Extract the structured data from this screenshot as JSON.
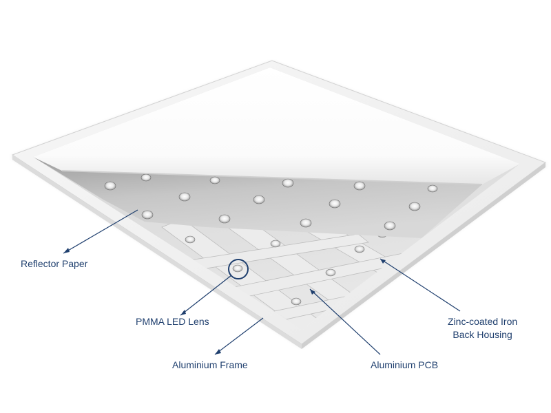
{
  "labels": {
    "reflector_paper": "Reflector Paper",
    "pmma_led_lens": "PMMA LED Lens",
    "aluminium_frame": "Aluminium Frame",
    "aluminium_pcb": "Aluminium PCB",
    "back_housing_line1": "Zinc-coated Iron",
    "back_housing_line2": "Back Housing"
  },
  "colors": {
    "annotation": "#1f3f6e",
    "frame": "#f4f4f4",
    "diffuser": "#ffffff",
    "housing": "#d9d9d9",
    "pcb_strip": "#eeeeee",
    "reflector": "#bdbdbd"
  }
}
